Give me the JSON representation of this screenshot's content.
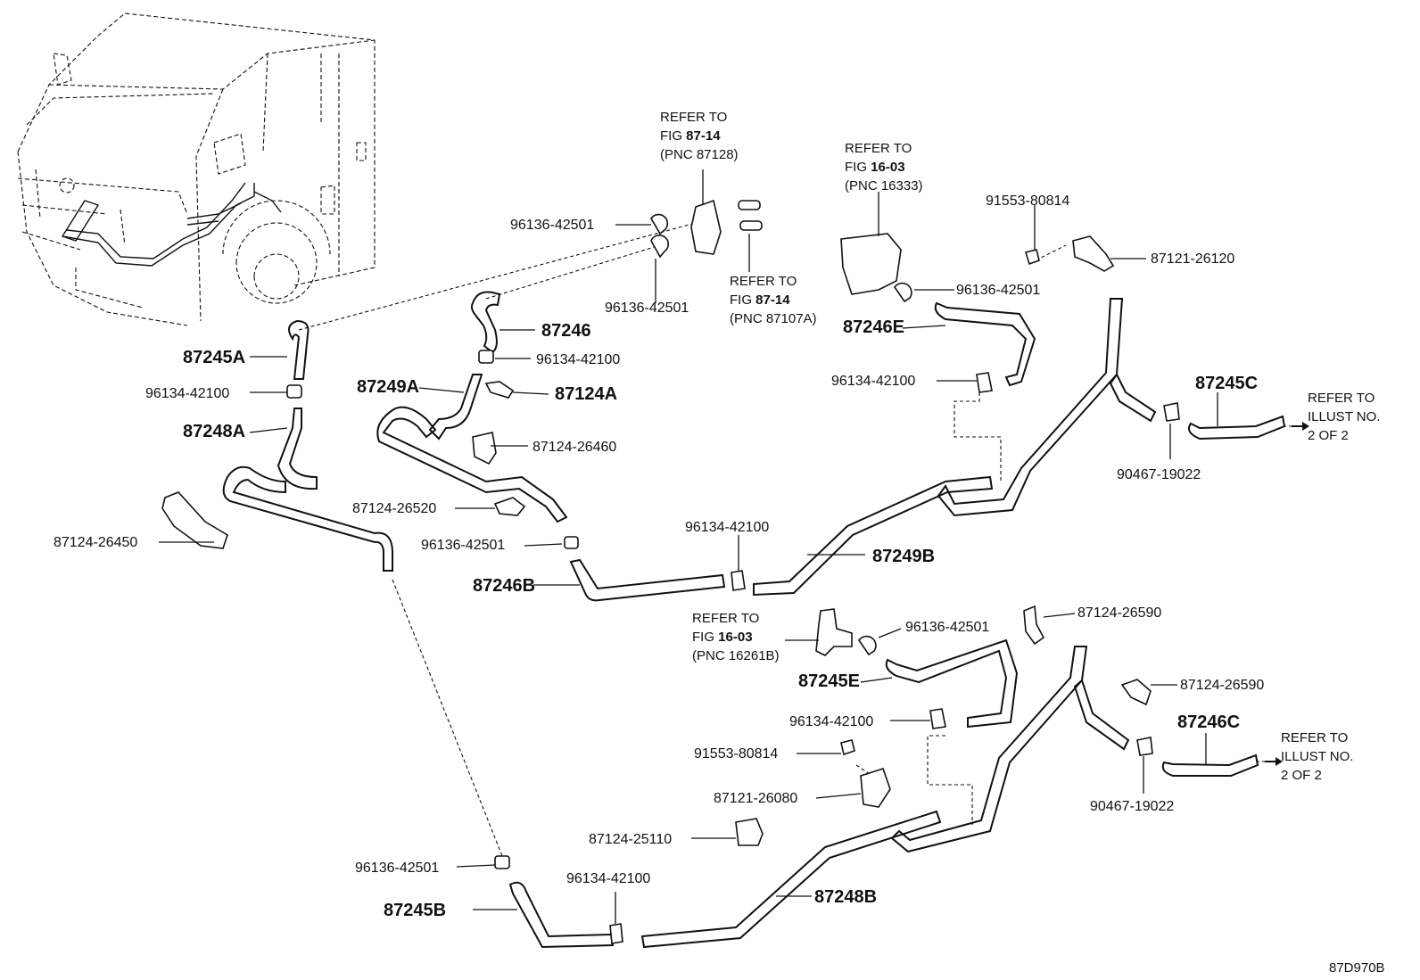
{
  "diagram_code": "87D970B",
  "labels": {
    "p87245A": "87245A",
    "p96134_a": "96134-42100",
    "p87248A": "87248A",
    "p87124_26450": "87124-26450",
    "p96136_a": "96136-42501",
    "p96136_b": "96136-42501",
    "p87246": "87246",
    "p96134_b": "96134-42100",
    "p87249A": "87249A",
    "p87124A": "87124A",
    "p87124_26460": "87124-26460",
    "p87124_26520": "87124-26520",
    "p96136_c": "96136-42501",
    "p87246B": "87246B",
    "p96134_c": "96134-42100",
    "p87249B": "87249B",
    "p91553_a": "91553-80814",
    "p87121_26120": "87121-26120",
    "p96136_d": "96136-42501",
    "p87246E": "87246E",
    "p96134_d": "96134-42100",
    "p87245C": "87245C",
    "p90467_a": "90467-19022",
    "p96136_e": "96136-42501",
    "p87124_26590_a": "87124-26590",
    "p87245E": "87245E",
    "p87124_26590_b": "87124-26590",
    "p87246C": "87246C",
    "p96134_e": "96134-42100",
    "p91553_b": "91553-80814",
    "p87121_26080": "87121-26080",
    "p90467_b": "90467-19022",
    "p87124_25110": "87124-25110",
    "p96136_f": "96136-42501",
    "p96134_f": "96134-42100",
    "p87245B": "87245B",
    "p87248B": "87248B"
  },
  "refs": {
    "r1": {
      "line1": "REFER TO",
      "line2a": "FIG ",
      "line2b": "87-14",
      "line3": "(PNC 87128)"
    },
    "r2": {
      "line1": "REFER TO",
      "line2a": "FIG ",
      "line2b": "87-14",
      "line3": "(PNC 87107A)"
    },
    "r3": {
      "line1": "REFER TO",
      "line2a": "FIG ",
      "line2b": "16-03",
      "line3": "(PNC 16333)"
    },
    "r4": {
      "line1": "REFER TO",
      "line2a": "FIG ",
      "line2b": "16-03",
      "line3": "(PNC 16261B)"
    },
    "r5": {
      "line1": "REFER TO",
      "line2": "ILLUST NO.",
      "line3": "2 OF 2"
    },
    "r6": {
      "line1": "REFER TO",
      "line2": "ILLUST NO.",
      "line3": "2 OF 2"
    }
  }
}
